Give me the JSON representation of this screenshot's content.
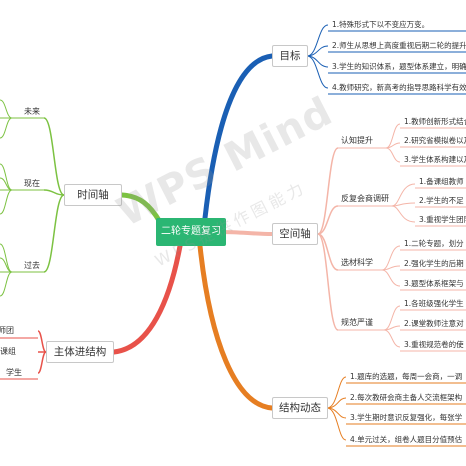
{
  "center": {
    "label": "二轮专题复习"
  },
  "branches": {
    "goal": {
      "label": "目标",
      "items": [
        "1.特殊形式下以不变应万变。",
        "2.师生从思想上高度重视后期二轮的提升",
        "3.学生的知识体系，题型体系建立，明确",
        "4.教师研究，新高考的指导思路科学有效"
      ]
    },
    "space": {
      "label": "空间轴",
      "subs": [
        {
          "label": "认知提升",
          "items": [
            "1.教师创新形式结合",
            "2.研究省模拟卷以及",
            "3.学生体系构建以及"
          ]
        },
        {
          "label": "反复会商调研",
          "items": [
            "1.备课组教师",
            "2.学生的不足",
            "3.重视学生团队"
          ]
        },
        {
          "label": "选材科学",
          "items": [
            "1.二轮专题，划分",
            "2.强化学生的后期",
            "3.题型体系框架与"
          ]
        },
        {
          "label": "规范严谨",
          "items": [
            "1.各班级强化学生",
            "2.课堂教师注意对",
            "3.重视规范卷的使"
          ]
        }
      ]
    },
    "structure": {
      "label": "结构动态",
      "items": [
        "1.题库的选题，每周一会商，一调",
        "2.每次教研会商主备人交流框架构",
        "3.学生期时意识反复强化，每张学",
        "4.单元过关，组卷人题目分值预估"
      ]
    },
    "time": {
      "label": "时间轴",
      "subs": [
        {
          "label": "未来"
        },
        {
          "label": "现在"
        },
        {
          "label": "过去"
        }
      ]
    },
    "subject": {
      "label": "主体进结构",
      "subs": [
        {
          "label": "学师团"
        },
        {
          "label": "备课组"
        },
        {
          "label": "学生"
        }
      ]
    }
  },
  "watermark": {
    "line1": "WPS Mind",
    "line2": "WPS提供作图能力"
  },
  "colors": {
    "center": "#2bb673",
    "goal": "#1a5fb4",
    "space": "#f4b5a8",
    "structure": "#e67e22",
    "time": "#7cc242",
    "subject": "#e8524a"
  }
}
